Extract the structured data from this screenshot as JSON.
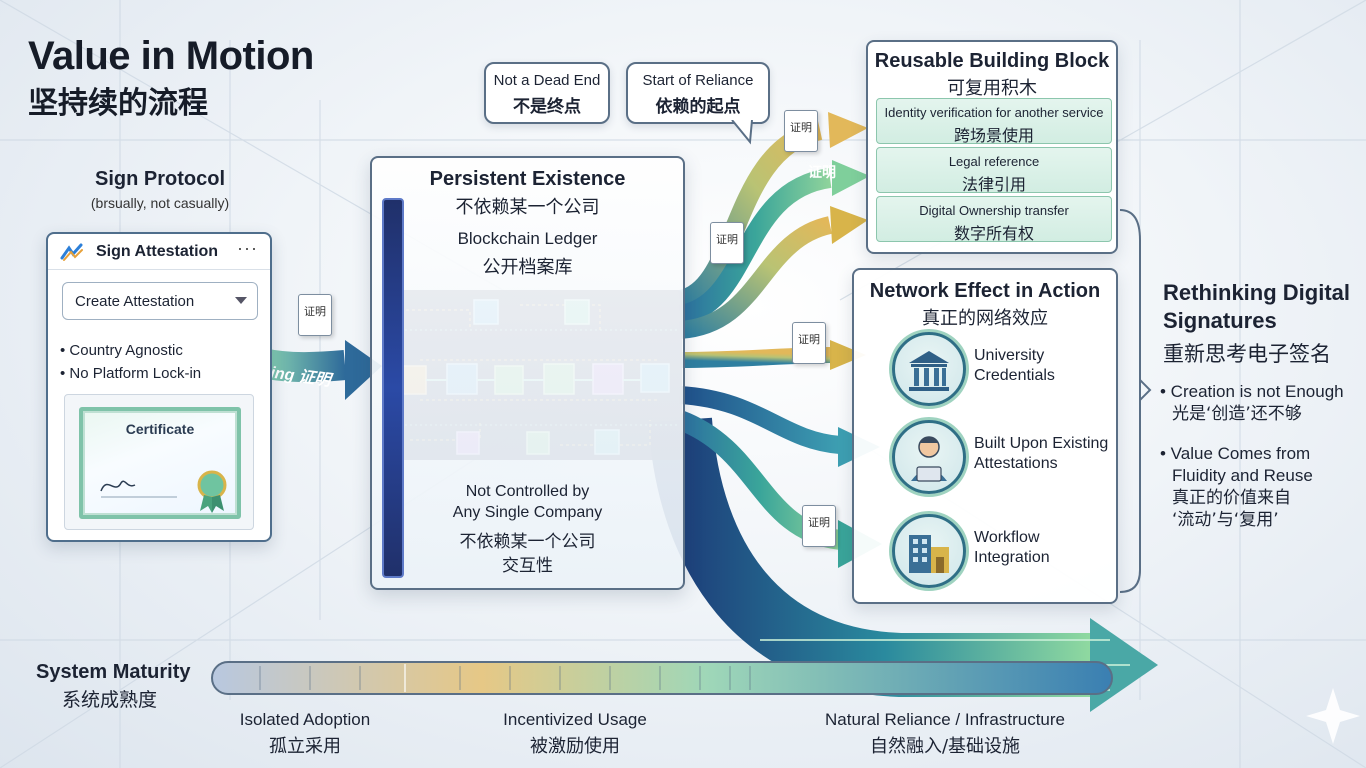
{
  "title": {
    "en": "Value in Motion",
    "zh": "坚持续的流程"
  },
  "sign_protocol": {
    "title": "Sign Protocol",
    "subtitle": "(brsually, not casually)",
    "card": {
      "title": "Sign Attestation",
      "more": "···",
      "select_value": "Create Attestation",
      "features": [
        "• Country Agnostic",
        "• No Platform Lock-in"
      ],
      "certificate": "Certificate"
    },
    "flow_label": "creating 证明"
  },
  "doc_chip": "证明",
  "bubbles": {
    "dead_end": {
      "en": "Not a Dead End",
      "zh": "不是终点"
    },
    "reliance": {
      "en": "Start of Reliance",
      "zh": "依赖的起点"
    }
  },
  "ledger": {
    "title": "Persistent Existence",
    "title_zh": "不依赖某一个公司",
    "sub": "Blockchain Ledger",
    "sub_zh": "公开档案库",
    "bottom_1": "Not Controlled by",
    "bottom_2": "Any Single Company",
    "bottom_zh_1": "不依赖某一个公司",
    "bottom_zh_2": "交互性"
  },
  "reusable": {
    "title": "Reusable Building Block",
    "title_zh": "可复用积木",
    "items": [
      {
        "en": "Identity verification for another service",
        "zh": "跨场景使用"
      },
      {
        "en": "Legal reference",
        "zh": "法律引用"
      },
      {
        "en": "Digital Ownership transfer",
        "zh": "数字所有权"
      }
    ]
  },
  "network": {
    "title": "Network Effect in Action",
    "title_zh": "真正的网络效应",
    "items": [
      {
        "line1": "University",
        "line2": "Credentials",
        "icon": "university-icon"
      },
      {
        "line1": "Built Upon Existing",
        "line2": "Attestations",
        "icon": "user-laptop-icon"
      },
      {
        "line1": "Workflow",
        "line2": "Integration",
        "icon": "building-icon"
      }
    ]
  },
  "rethinking": {
    "title_1": "Rethinking Digital",
    "title_2": "Signatures",
    "title_zh": "重新思考电子签名",
    "bullets": [
      {
        "en": "• Creation is not Enough",
        "zh": "光是‘创造’还不够"
      },
      {
        "en_1": "• Value Comes from",
        "en_2": "Fluidity and Reuse",
        "zh_1": "真正的价值来自",
        "zh_2": "‘流动’与‘复用’"
      }
    ]
  },
  "maturity": {
    "title": "System Maturity",
    "title_zh": "系统成熟度",
    "stages": [
      {
        "en": "Isolated Adoption",
        "zh": "孤立采用"
      },
      {
        "en": "Incentivized Usage",
        "zh": "被激励使用"
      },
      {
        "en": "Natural Reliance / Infrastructure",
        "zh": "自然融入/基础设施"
      }
    ]
  },
  "colors": {
    "teal": "#2f8f8a",
    "blue": "#2c5d9a",
    "green": "#7fc98f",
    "gold": "#d8b44a",
    "navy": "#1c2a55"
  }
}
